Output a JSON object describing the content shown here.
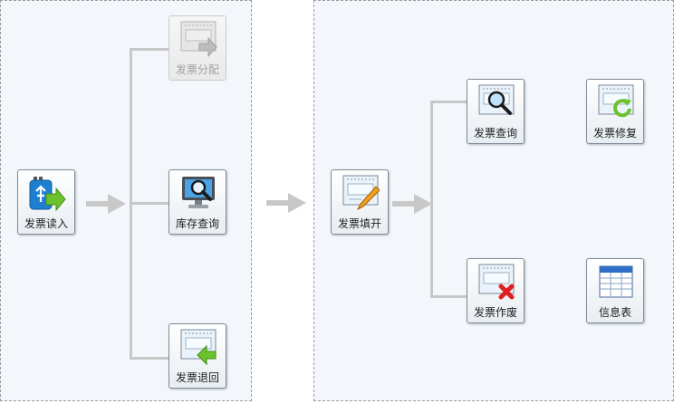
{
  "left_flow": {
    "read": {
      "label": "发票读入",
      "icon": "usb-import-icon"
    },
    "allocate": {
      "label": "发票分配",
      "icon": "invoice-forward-icon",
      "disabled": true
    },
    "stock_query": {
      "label": "库存查询",
      "icon": "monitor-search-icon"
    },
    "return": {
      "label": "发票退回",
      "icon": "invoice-return-icon"
    }
  },
  "right_flow": {
    "issue": {
      "label": "发票填开",
      "icon": "invoice-edit-icon"
    },
    "query": {
      "label": "发票查询",
      "icon": "invoice-search-icon"
    },
    "repair": {
      "label": "发票修复",
      "icon": "invoice-repair-icon"
    },
    "void": {
      "label": "发票作废",
      "icon": "invoice-void-icon"
    },
    "info_table": {
      "label": "信息表",
      "icon": "table-icon"
    }
  },
  "colors": {
    "panel_bg": "#f3f7fc",
    "connector": "#c7c7c7",
    "icon_blue": "#1e7fd1",
    "icon_green": "#6cc12c",
    "void_red": "#e02020"
  }
}
